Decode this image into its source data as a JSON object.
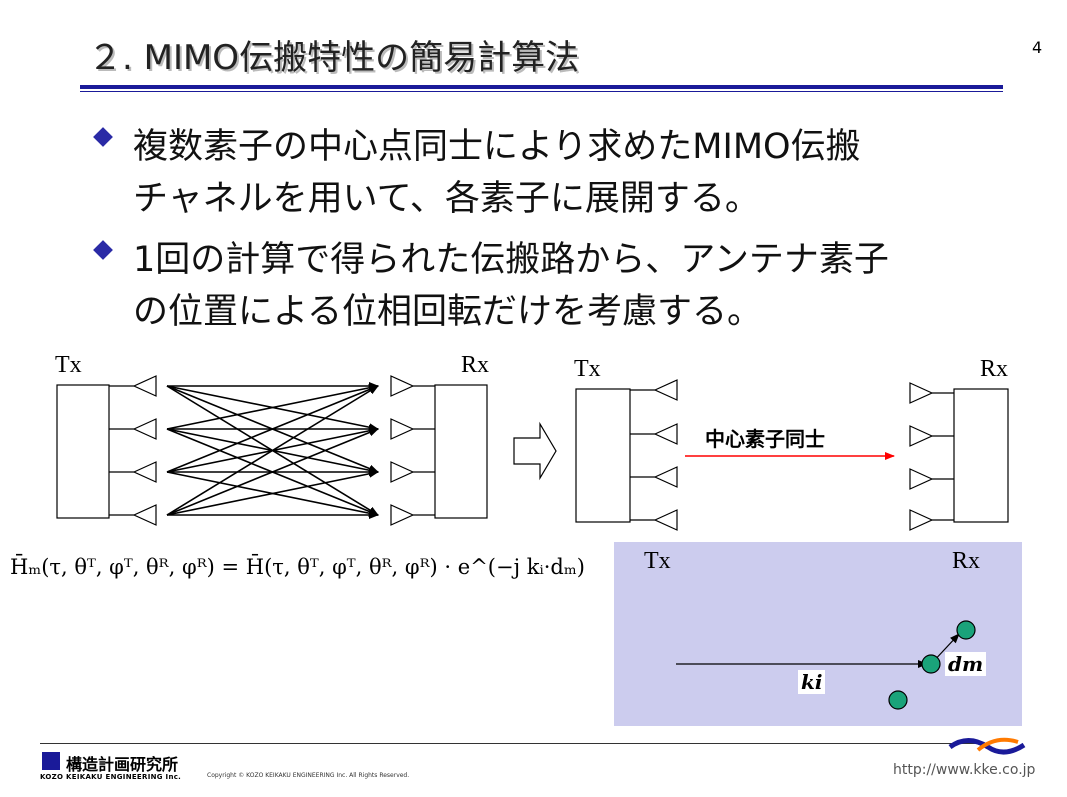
{
  "page_title": "２. MIMO伝搬特性の簡易計算法",
  "page_number": "4",
  "bullets": [
    {
      "lines": [
        "複数素子の中心点同士により求めたMIMO伝搬",
        "チャネルを用いて、各素子に展開する。"
      ]
    },
    {
      "lines": [
        "1回の計算で得られた伝搬路から、アンテナ素子",
        "の位置による位相回転だけを考慮する。"
      ]
    }
  ],
  "diagram": {
    "left": {
      "tx_label": "Tx",
      "rx_label": "Rx"
    },
    "right": {
      "tx_label": "Tx",
      "rx_label": "Rx",
      "arrow_label": "中心素子同士"
    },
    "arrow_color": "#ff0000"
  },
  "formula": "H̄̄ₘ(τ, θᵀ, φᵀ, θᴿ, φᴿ) = H̄(τ, θᵀ, φᵀ, θᴿ, φᴿ) · e^(−j kᵢ·dₘ)",
  "panel": {
    "tx_label": "Tx",
    "rx_label": "Rx",
    "k_label": "ki",
    "d_label": "dm",
    "bg_color": "#ccccee",
    "dot_color": "#1aa37a"
  },
  "footer": {
    "company_jp": "構造計画研究所",
    "company_en": "KOZO KEIKAKU ENGINEERING Inc.",
    "copyright": "Copyright © KOZO KEIKAKU ENGINEERING Inc. All Rights Reserved.",
    "url": "http://www.kke.co.jp"
  }
}
